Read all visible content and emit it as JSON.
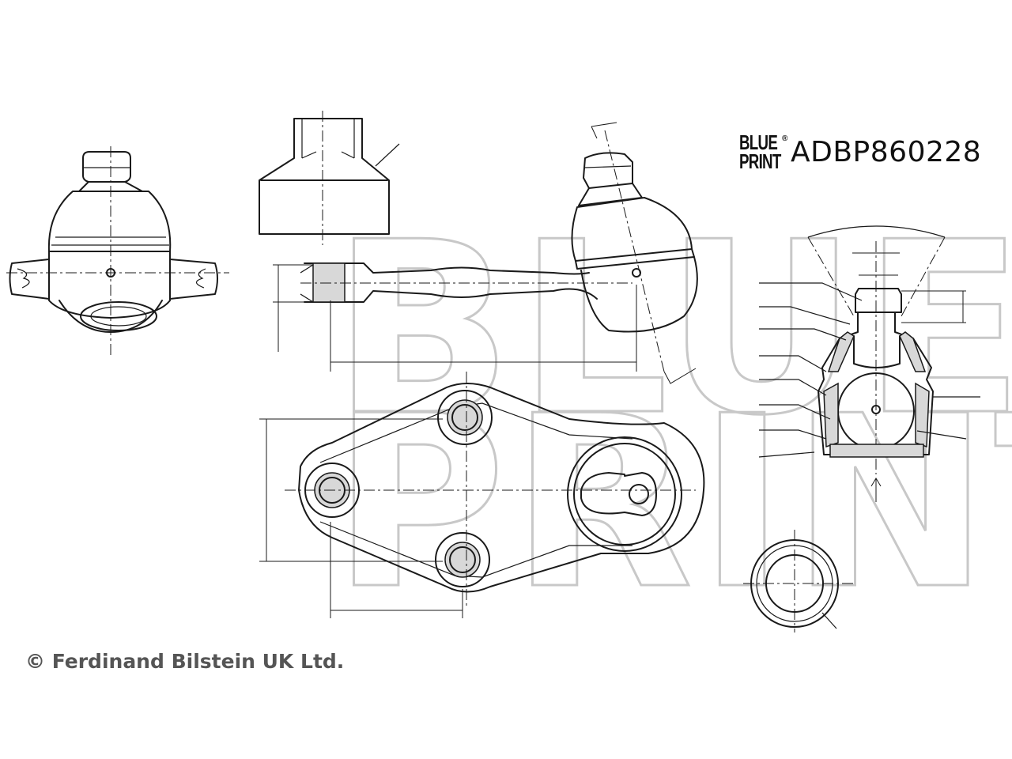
{
  "brand": {
    "logo_line1": "BLUE",
    "logo_line2": "PRINT",
    "logo_mark": "®",
    "part_number": "ADBP860228"
  },
  "watermark": {
    "line1": "BLUE",
    "line2": "PRINT"
  },
  "footer": {
    "copyright": "© Ferdinand Bilstein UK Ltd."
  },
  "colors": {
    "line": "#1a1a1a",
    "watermark": "#c8c8c8",
    "hatch": "#d8d8d8",
    "copyright_text": "#555555"
  }
}
